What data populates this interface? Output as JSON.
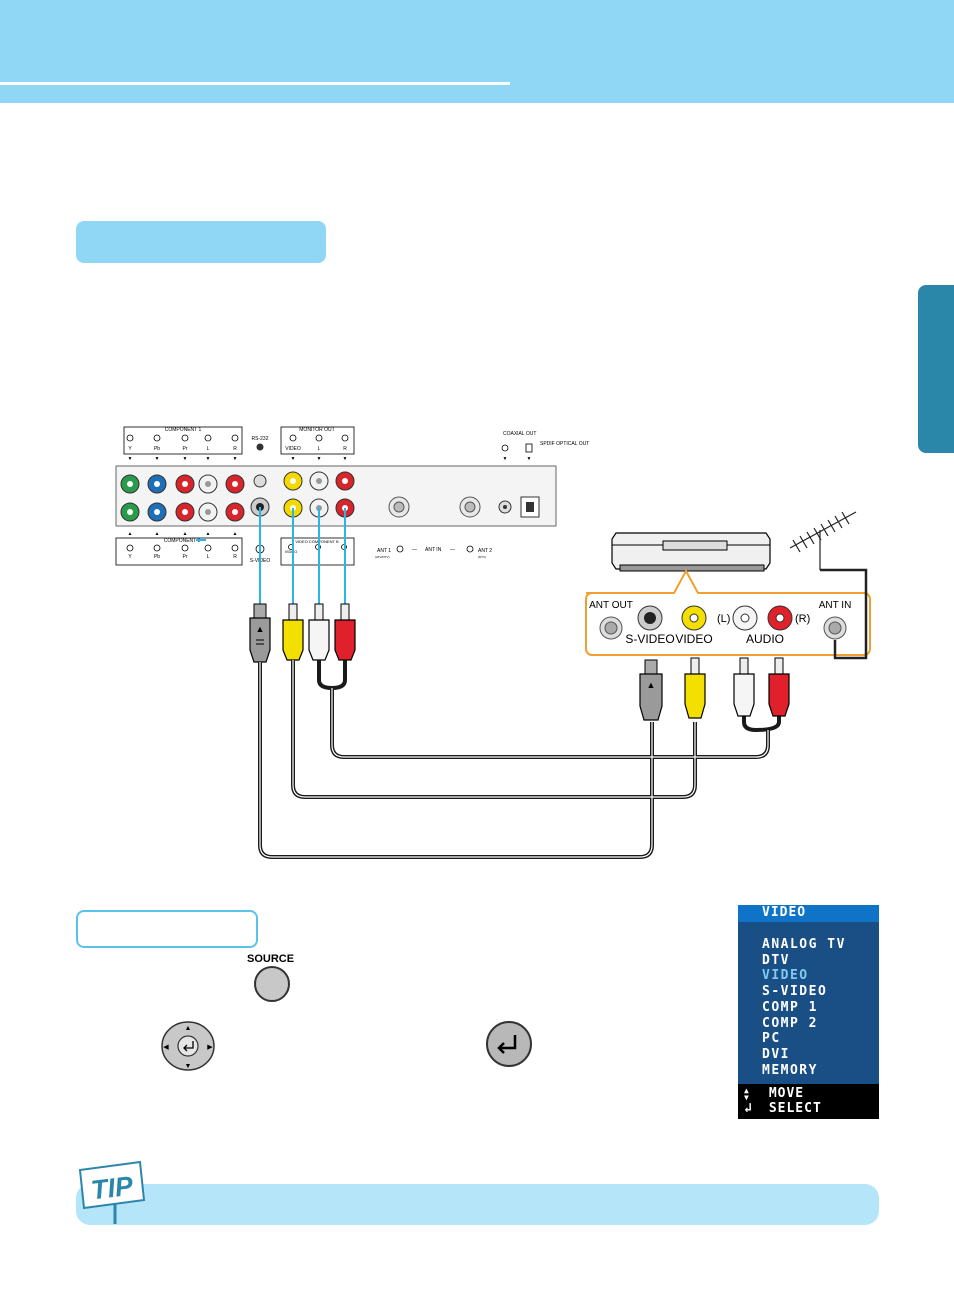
{
  "tv_panel": {
    "component1_label": "COMPONENT 1",
    "component1_ports": [
      "Y",
      "Pb",
      "Pr",
      "L",
      "R"
    ],
    "rs232_label": "RS-232",
    "monitor_out_label": "MONITOR OUT",
    "monitor_out_ports": [
      "VIDEO",
      "L",
      "R"
    ],
    "coaxial_out_label": "COAXIAL OUT",
    "spdif_label": "SPDIF OPTICAL OUT",
    "component2_label": "COMPONENT 2",
    "component2_ports": [
      "Y",
      "Pb",
      "Pr",
      "L",
      "R"
    ],
    "svideo_label": "S-VIDEO",
    "video_component_label": "VIDEO COMPONENT B",
    "video_port_label": "VIDEO",
    "ant1_label": "ANT 1",
    "ant1_sub": "(ATV/DTV)",
    "ant_in_label": "ANT IN",
    "ant2_label": "ANT 2",
    "ant2_sub": "(DTV)"
  },
  "vcr_panel": {
    "ant_out": "ANT OUT",
    "svideo": "S-VIDEO",
    "video": "VIDEO",
    "audio_l": "(L)",
    "audio_r": "(R)",
    "audio": "AUDIO",
    "ant_in": "ANT IN"
  },
  "remote": {
    "source_label": "SOURCE"
  },
  "osd_menu": {
    "title": "VIDEO",
    "items": [
      "ANALOG TV",
      "DTV",
      "VIDEO",
      "S-VIDEO",
      "COMP 1",
      "COMP 2",
      "PC",
      "DVI",
      "MEMORY"
    ],
    "selected": "VIDEO",
    "move_label": "MOVE",
    "select_label": "SELECT"
  },
  "tip": {
    "sign_text": "TIP"
  },
  "colors": {
    "header_band": "#8fd7f5",
    "side_tab": "#2b87aa",
    "cable_line": "#29b6e6",
    "vcr_border": "#f0a030",
    "osd_bg": "#1a4f86",
    "osd_header": "#0f74c8",
    "osd_selected": "#7fc9f2"
  }
}
